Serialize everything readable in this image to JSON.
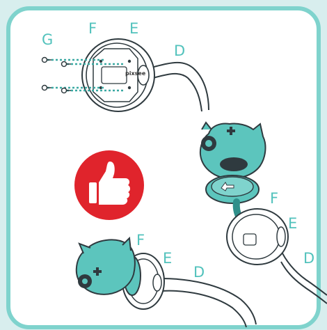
{
  "labels": {
    "top_screw": "G",
    "top_mount": "F",
    "top_plate": "E",
    "top_arm": "D",
    "right_mount": "F",
    "right_plate": "E",
    "right_arm": "D",
    "bottom_mount": "F",
    "bottom_plate": "E",
    "bottom_arm": "D"
  },
  "brand_text": "pixsee",
  "icons": {
    "approval": "thumbs-up-icon"
  },
  "colors": {
    "background": "#d8eeee",
    "panel": "#ffffff",
    "teal": "#5cc5bd",
    "teal_dark": "#2f8f8a",
    "outline": "#2f3a3f",
    "badge_red": "#e0242c",
    "label": "#52c2bc"
  }
}
